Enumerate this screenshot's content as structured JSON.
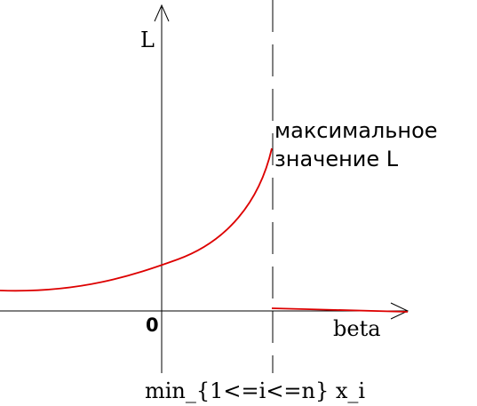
{
  "labels": {
    "y_axis": "L",
    "x_axis": "beta",
    "origin": "0",
    "max_line1": "максимальное",
    "max_line2": "значение L",
    "bottom": "min_{1<=i<=n} x_i"
  },
  "colors": {
    "curve": "#dd0000",
    "axes": "#000000",
    "background": "#ffffff"
  }
}
